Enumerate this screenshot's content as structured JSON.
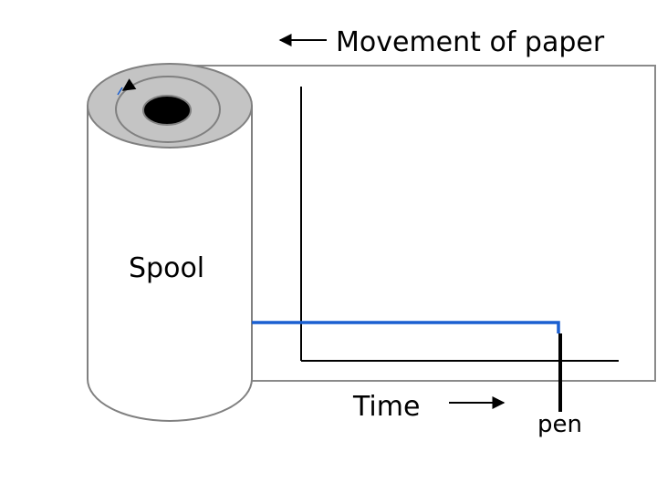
{
  "labels": {
    "movement": "Movement of paper",
    "spool": "Spool",
    "time": "Time",
    "pen": "pen"
  },
  "colors": {
    "trace": "#1a5fd0",
    "spool_top": "#c4c4c4",
    "spool_outline": "#808080",
    "spool_hole": "#000000",
    "paper_outline": "#8a8a8a",
    "ink": "#000000"
  },
  "icons": {
    "rotation_arrow": "arrow-icon",
    "paper_direction_arrow": "left-arrow-icon",
    "time_arrow": "right-arrow-icon"
  }
}
